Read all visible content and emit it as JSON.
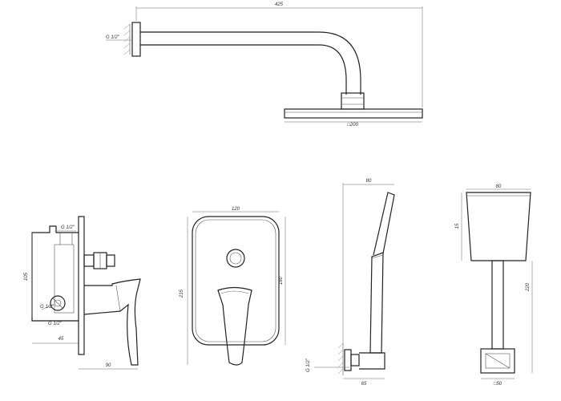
{
  "shower_arm_view": {
    "dim_total_length": "425",
    "dim_thread": "G 1/2\"",
    "dim_head_size": "□200"
  },
  "mixer_side_view": {
    "dim_thread_top": "G 1/2\"",
    "dim_height": "105",
    "dim_thread_left": "G 1/2\"",
    "dim_thread_bottom": "G 1/2\"",
    "dim_depth_body": "45",
    "dim_total_depth": "90"
  },
  "mixer_front_view": {
    "dim_width": "120",
    "dim_outer_height": "215",
    "dim_inner_height": "180"
  },
  "hand_shower_view": {
    "dim_projection": "80",
    "dim_thread": "G 1/2\"",
    "dim_base": "65"
  },
  "holder_view": {
    "dim_width": "80",
    "dim_head_height": "15",
    "dim_rod_height": "220",
    "dim_base": "□50"
  }
}
